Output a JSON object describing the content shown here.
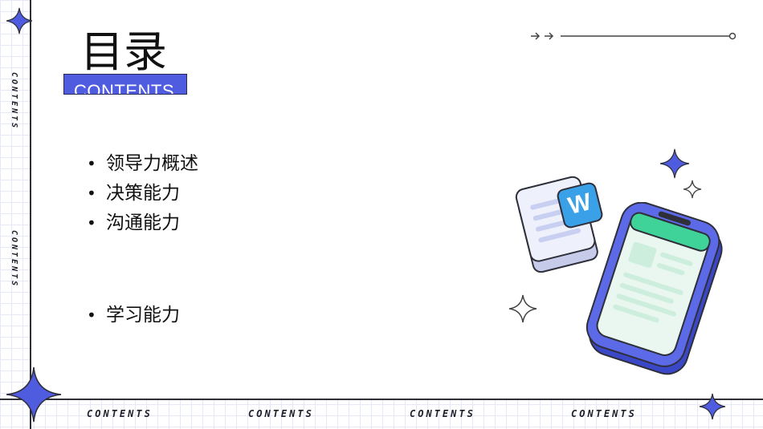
{
  "slide": {
    "title": "目录",
    "subtitle": "CONTENTS",
    "side_text": [
      "CONTENTS",
      "CONTENTS"
    ],
    "footer_text": [
      "CONTENTS",
      "CONTENTS",
      "CONTENTS",
      "CONTENTS"
    ],
    "items_top": [
      "领导力概述",
      "决策能力",
      "沟通能力"
    ],
    "items_bottom": [
      "学习能力"
    ],
    "word_icon_letter": "W"
  },
  "colors": {
    "accent": "#4f5ce0",
    "phone_green": "#3fd39a",
    "grid": "#e6e8f7"
  }
}
